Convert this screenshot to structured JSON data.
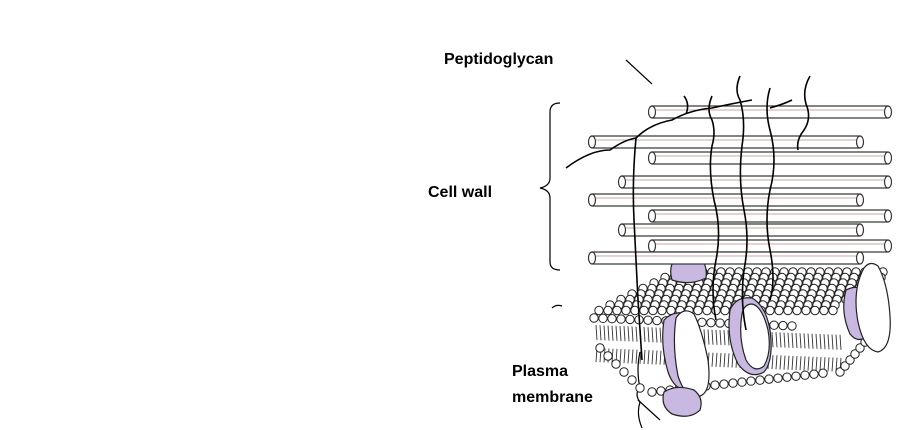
{
  "labels": {
    "peptidoglycan": "Peptidoglycan",
    "cell_wall": "Cell wall",
    "plasma_line1": "Plasma",
    "plasma_line2": "membrane"
  },
  "colors": {
    "protein": "#c9b8e2",
    "lines": "#000000",
    "background": "#ffffff"
  }
}
